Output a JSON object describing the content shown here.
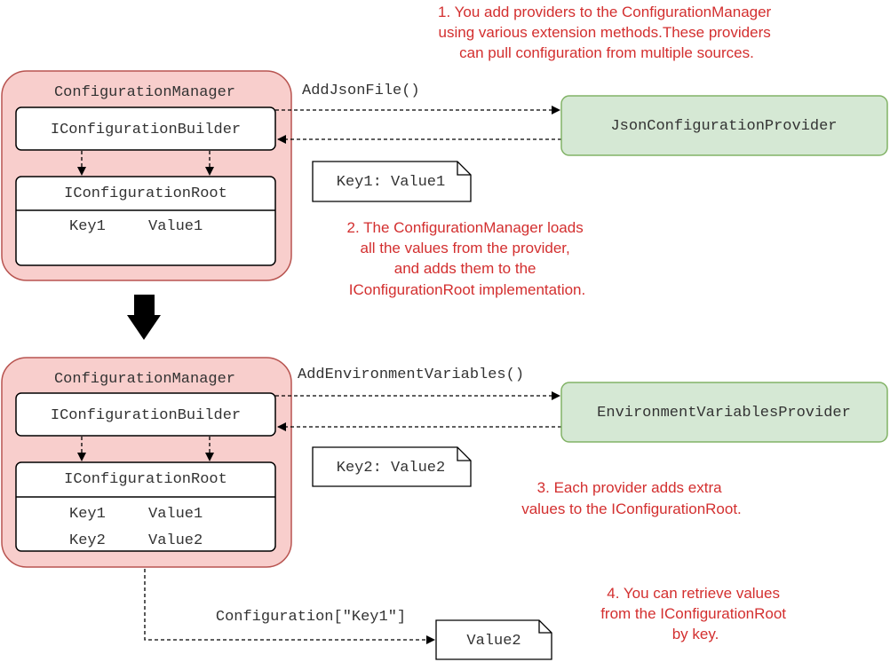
{
  "panel_top": {
    "manager_title": "ConfigurationManager",
    "builder_label": "IConfigurationBuilder",
    "root_label": "IConfigurationRoot",
    "rows": [
      {
        "key": "Key1",
        "value": "Value1"
      }
    ],
    "method_label": "AddJsonFile()",
    "provider_label": "JsonConfigurationProvider",
    "doc_label": "Key1: Value1"
  },
  "panel_bottom": {
    "manager_title": "ConfigurationManager",
    "builder_label": "IConfigurationBuilder",
    "root_label": "IConfigurationRoot",
    "rows": [
      {
        "key": "Key1",
        "value": "Value1"
      },
      {
        "key": "Key2",
        "value": "Value2"
      }
    ],
    "method_label": "AddEnvironmentVariables()",
    "provider_label": "EnvironmentVariablesProvider",
    "doc_label": "Key2: Value2"
  },
  "retrieve": {
    "label": "Configuration[\"Key1\"]",
    "result": "Value2"
  },
  "notes": [
    [
      "1. You add providers to the ConfigurationManager",
      "using various extension methods.These providers",
      "can pull configuration from multiple sources."
    ],
    [
      "2. The ConfigurationManager loads",
      "all the values from the provider,",
      "and adds them to the",
      "IConfigurationRoot implementation."
    ],
    [
      "3. Each provider adds extra",
      "values to the IConfigurationRoot."
    ],
    [
      "4. You can retrieve values",
      "from the IConfigurationRoot",
      "by key."
    ]
  ],
  "colors": {
    "manager_fill": "#f8cecc",
    "manager_stroke": "#b85450",
    "provider_fill": "#d5e8d4",
    "provider_stroke": "#82b366",
    "note_text": "#d32f2f",
    "mono_text": "#333333"
  }
}
